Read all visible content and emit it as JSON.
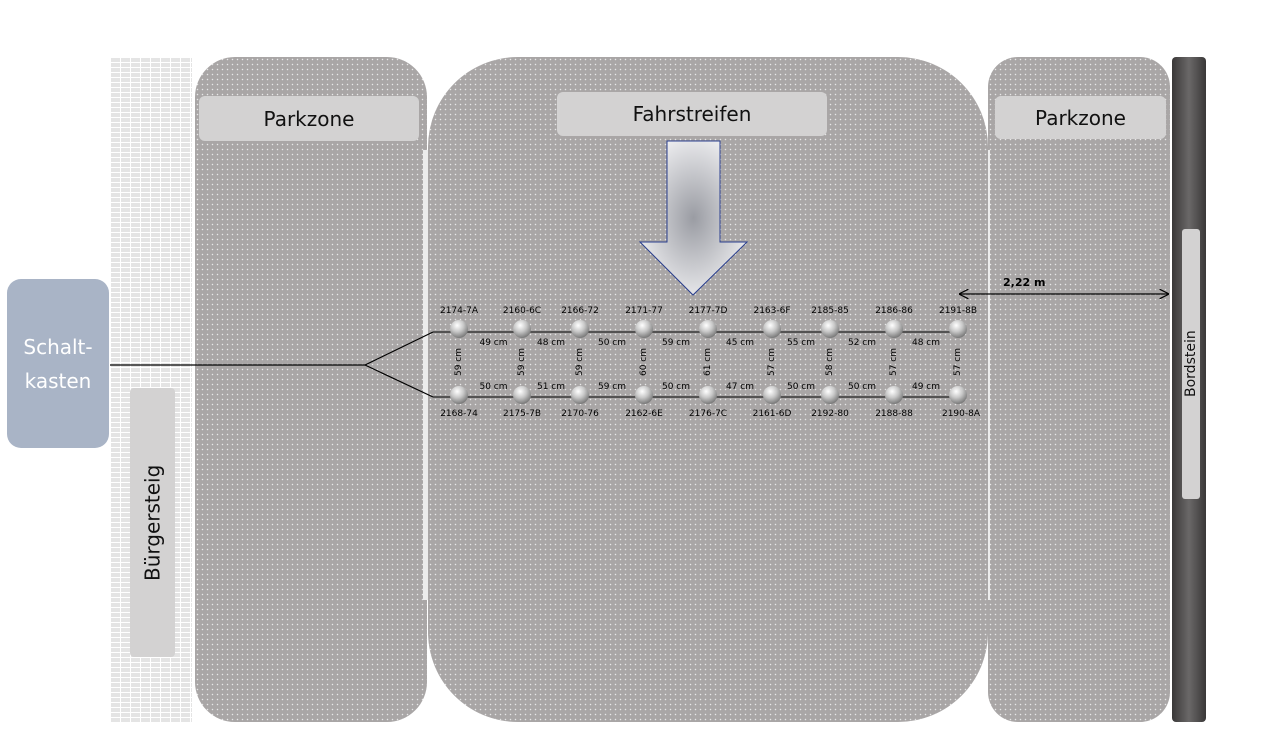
{
  "labels": {
    "parkzone_left": "Parkzone",
    "fahrstreifen": "Fahrstreifen",
    "parkzone_right": "Parkzone",
    "buergersteig": "Bürgersteig",
    "bordstein": "Bordstein",
    "schaltkasten": "Schalt-\nkasten",
    "distance": "2,22 m"
  },
  "nodes": {
    "top": [
      "2174-7A",
      "2160-6C",
      "2166-72",
      "2171-77",
      "2177-7D",
      "2163-6F",
      "2185-85",
      "2186-86",
      "2191-8B"
    ],
    "bottom": [
      "2168-74",
      "2175-7B",
      "2170-76",
      "2162-6E",
      "2176-7C",
      "2161-6D",
      "2192-80",
      "2188-88",
      "2190-8A"
    ],
    "top_spacing": [
      "49 cm",
      "48 cm",
      "50 cm",
      "59 cm",
      "45 cm",
      "55 cm",
      "52 cm",
      "48 cm"
    ],
    "bottom_spacing": [
      "50 cm",
      "51 cm",
      "59 cm",
      "50 cm",
      "47 cm",
      "50 cm",
      "50 cm",
      "49 cm"
    ],
    "row_spacing": [
      "59 cm",
      "59 cm",
      "59 cm",
      "60 cm",
      "61 cm",
      "57 cm",
      "58 cm",
      "57 cm",
      "57 cm"
    ]
  },
  "colors": {
    "schaltkasten": "#a9b4c6",
    "road": "#a9a6a6",
    "arrow_border": "#2a3f8f"
  }
}
